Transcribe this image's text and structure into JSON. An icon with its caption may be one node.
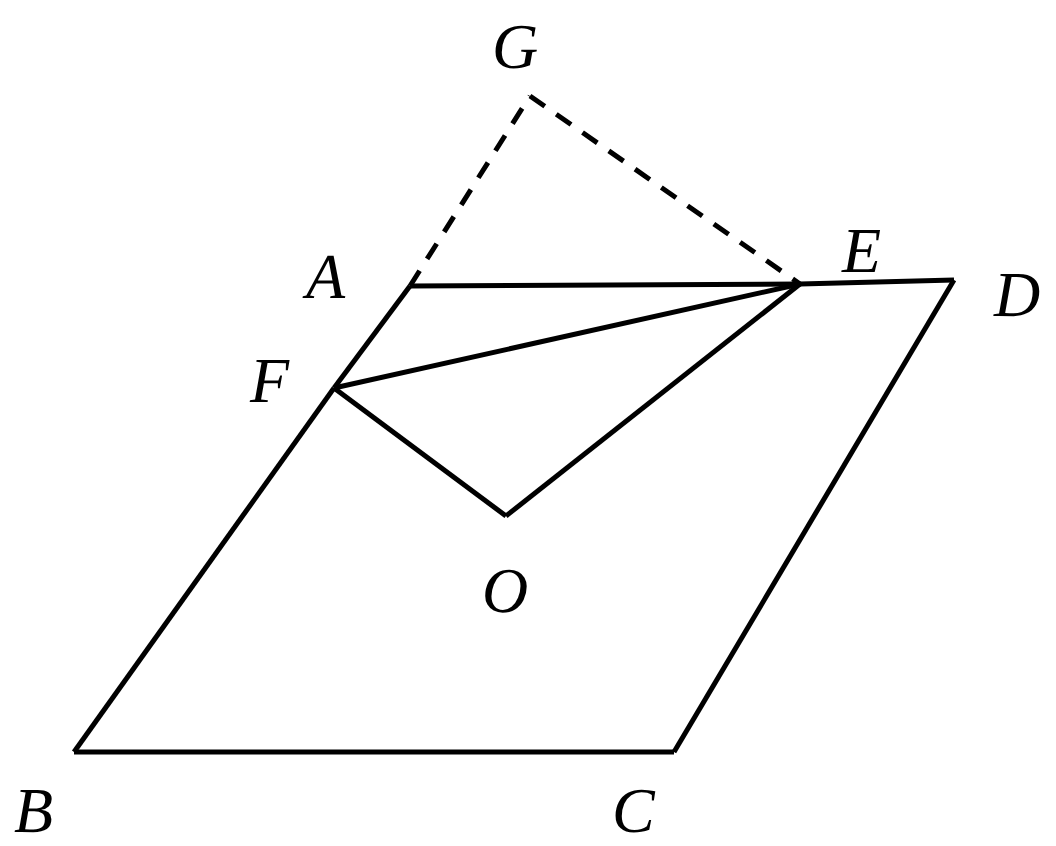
{
  "diagram": {
    "nodes": [
      {
        "text": [
          "G"
        ]
      },
      {
        "text": [
          "A"
        ]
      },
      {
        "text": [
          "E"
        ]
      },
      {
        "text": [
          "D"
        ]
      },
      {
        "text": [
          "F"
        ]
      },
      {
        "text": [
          "O"
        ]
      },
      {
        "text": [
          "B"
        ]
      },
      {
        "text": [
          "C"
        ]
      }
    ],
    "edges": [
      {
        "from": 1,
        "to": 0,
        "arrow": "none",
        "style": "dashed"
      },
      {
        "from": 0,
        "to": 2,
        "arrow": "none",
        "style": "dashed"
      },
      {
        "from": 1,
        "to": 2,
        "arrow": "none"
      },
      {
        "from": 2,
        "to": 3,
        "arrow": "none"
      },
      {
        "from": 1,
        "to": 4,
        "arrow": "none"
      },
      {
        "from": 4,
        "to": 6,
        "arrow": "none"
      },
      {
        "from": 6,
        "to": 7,
        "arrow": "none"
      },
      {
        "from": 7,
        "to": 3,
        "arrow": "none"
      },
      {
        "from": 4,
        "to": 2,
        "arrow": "none"
      },
      {
        "from": 4,
        "to": 5,
        "arrow": "none"
      },
      {
        "from": 5,
        "to": 2,
        "arrow": "none"
      }
    ]
  }
}
